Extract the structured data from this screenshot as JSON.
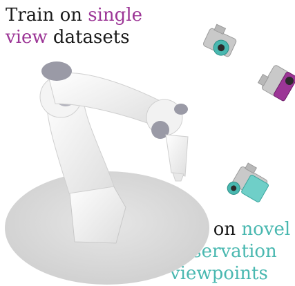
{
  "caption_top": {
    "line1_prefix": "Train on ",
    "line1_highlight": "single",
    "line2_highlight": "view",
    "line2_suffix": " datasets"
  },
  "caption_bottom": {
    "line1_prefix": "Test on ",
    "line1_highlight": "novel",
    "line2_highlight": "observation",
    "line3_highlight": "viewpoints"
  },
  "colors": {
    "train_highlight": "#9c3596",
    "test_highlight": "#49b8b0",
    "camera_body": "#c9c9c9",
    "robot": "#f2f2f2",
    "joint_ring": "#9a9aa6",
    "base_shadow": "#d7d7d7"
  },
  "icons": [
    "camera-icon",
    "robot-arm-icon"
  ]
}
